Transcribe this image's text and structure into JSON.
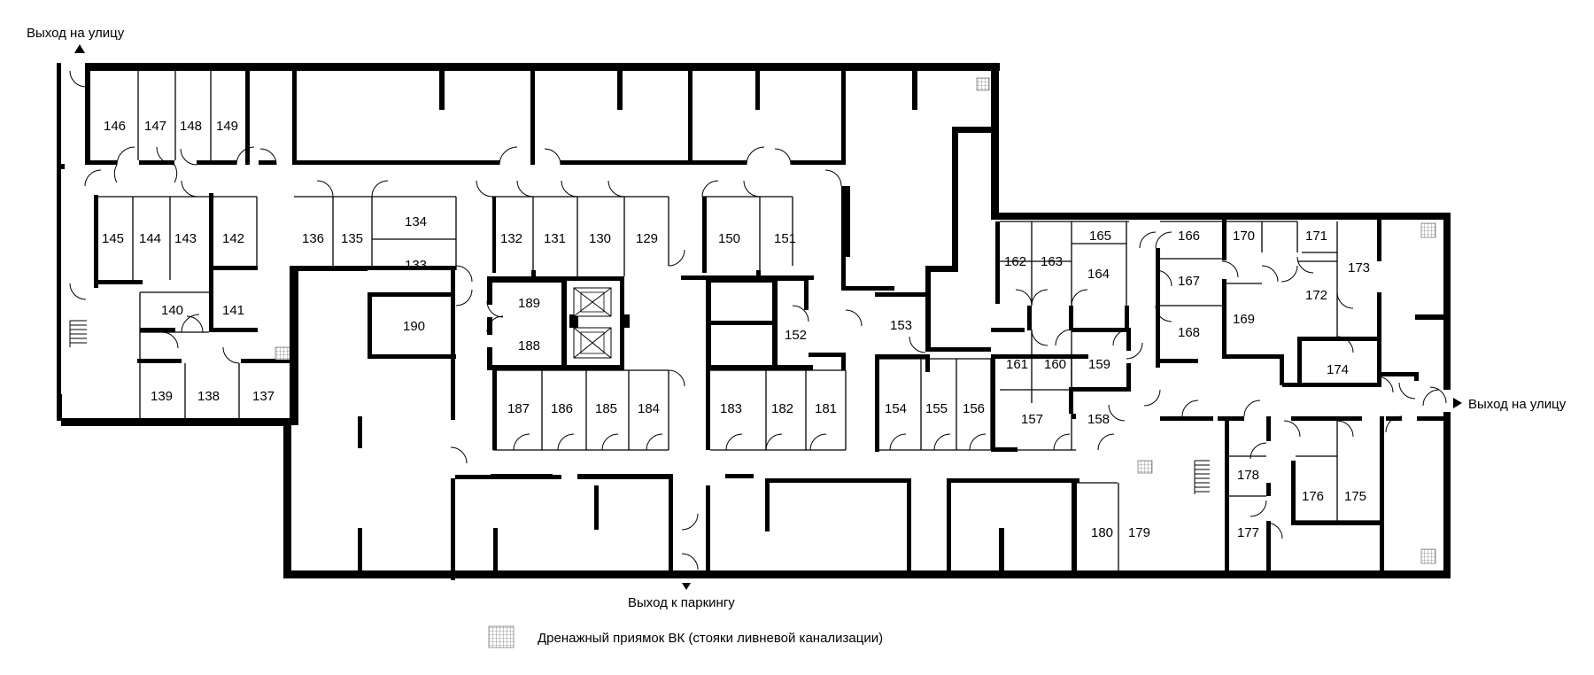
{
  "exits": {
    "street_top": "Выход на улицу",
    "street_right": "Выход на улицу",
    "parking": "Выход к паркингу"
  },
  "legend": {
    "drain_label": "Дренажный приямок ВК (стояки ливневой канализации)"
  },
  "rooms": [
    "129",
    "130",
    "131",
    "132",
    "133",
    "134",
    "135",
    "136",
    "137",
    "138",
    "139",
    "140",
    "141",
    "142",
    "143",
    "144",
    "145",
    "146",
    "147",
    "148",
    "149",
    "150",
    "151",
    "152",
    "153",
    "154",
    "155",
    "156",
    "157",
    "158",
    "159",
    "160",
    "161",
    "162",
    "163",
    "164",
    "165",
    "166",
    "167",
    "168",
    "169",
    "170",
    "171",
    "172",
    "173",
    "174",
    "175",
    "176",
    "177",
    "178",
    "179",
    "180",
    "181",
    "182",
    "183",
    "184",
    "185",
    "186",
    "187",
    "188",
    "189",
    "190"
  ],
  "colors": {
    "wall": "#000000",
    "background": "#ffffff"
  }
}
